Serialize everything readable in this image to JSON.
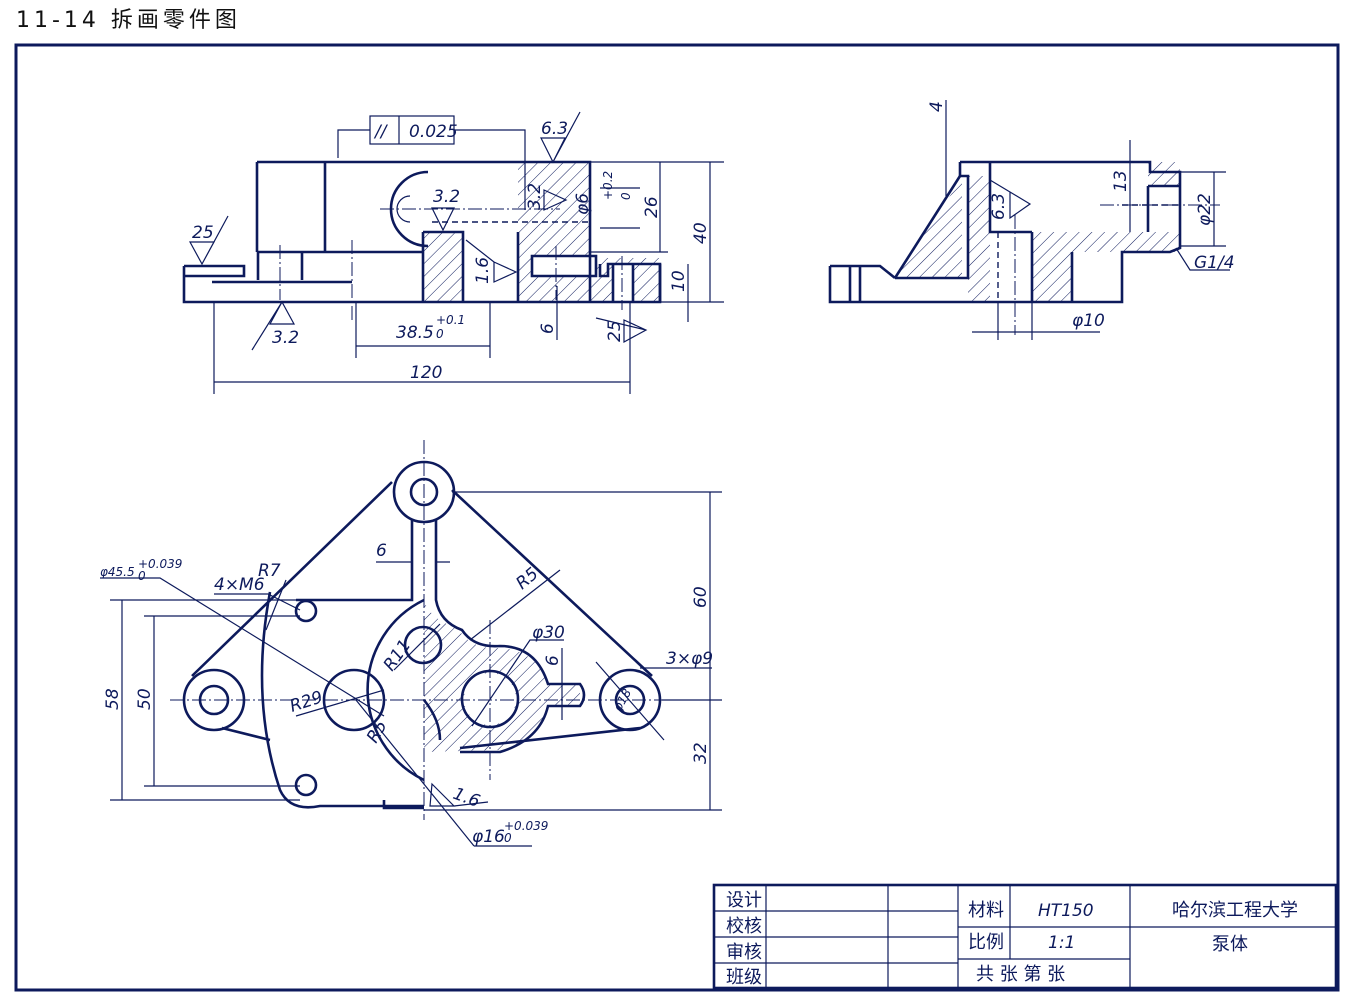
{
  "title": "11-14  拆画零件图",
  "front": {
    "flatness_symbol": "//",
    "flatness_value": "0.025",
    "rough_63": "6.3",
    "rough_32a": "3.2",
    "rough_32b": "3.2",
    "rough_32c": "3.2",
    "rough_25a": "25",
    "rough_25b": "25",
    "rough_16": "1.6",
    "bore": "φ6",
    "bore_tol_up": "+0.2",
    "bore_tol_lo": "0",
    "d26": "26",
    "d40": "40",
    "d10": "10",
    "d6": "6",
    "d385": "38.5",
    "d385_tol_up": "+0.1",
    "d385_tol_lo": "0",
    "d120": "120"
  },
  "side": {
    "d4": "4",
    "d13": "13",
    "rough_63": "6.3",
    "d22": "φ22",
    "thread": "G1/4",
    "d10": "φ10"
  },
  "top": {
    "d6a": "6",
    "r5a": "R5",
    "phi455": "φ45.5",
    "phi455_tol_up": "+0.039",
    "phi455_tol_lo": "0",
    "m6": "4×M6",
    "r7": "R7",
    "r11": "R11",
    "phi30": "φ30",
    "d6b": "6",
    "holes": "3×φ9",
    "phi18": "φ18",
    "d60": "60",
    "d58": "58",
    "d50": "50",
    "r29": "R29",
    "r5b": "R5",
    "d32": "32",
    "rough_16": "1.6",
    "phi16": "φ16",
    "phi16_tol_up": "+0.039",
    "phi16_tol_lo": "0"
  },
  "titleblock": {
    "design": "设计",
    "check": "校核",
    "review": "审核",
    "class": "班级",
    "material_label": "材料",
    "material": "HT150",
    "scale_label": "比例",
    "scale": "1:1",
    "sheets": "共   张     第   张",
    "school": "哈尔滨工程大学",
    "part": "泵体"
  }
}
